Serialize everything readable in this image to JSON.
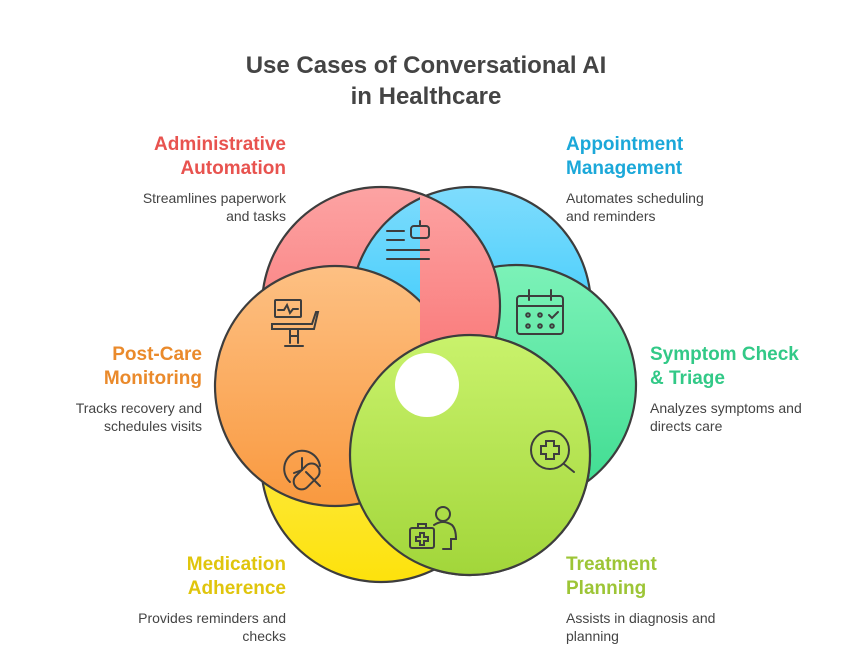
{
  "title": {
    "line1": "Use Cases of Conversational AI",
    "line2": "in Healthcare"
  },
  "items": [
    {
      "title1": "Administrative",
      "title2": "Automation",
      "desc1": "Streamlines paperwork",
      "desc2": "and tasks",
      "color": "#e8534f",
      "icon": "robot-document-icon"
    },
    {
      "title1": "Appointment",
      "title2": "Management",
      "desc1": "Automates scheduling",
      "desc2": "and reminders",
      "color": "#1ba8d9",
      "icon": "calendar-icon"
    },
    {
      "title1": "Symptom Check",
      "title2": "& Triage",
      "desc1": "Analyzes symptoms and",
      "desc2": "directs care",
      "color": "#32c987",
      "icon": "medical-search-icon"
    },
    {
      "title1": "Treatment",
      "title2": "Planning",
      "desc1": "Assists in diagnosis and",
      "desc2": "planning",
      "color": "#9dc536",
      "icon": "doctor-medkit-icon"
    },
    {
      "title1": "Medication",
      "title2": "Adherence",
      "desc1": "Provides reminders and",
      "desc2": "checks",
      "color": "#e0c50c",
      "icon": "clock-pill-icon"
    },
    {
      "title1": "Post-Care",
      "title2": "Monitoring",
      "desc1": "Tracks recovery and",
      "desc2": "schedules visits",
      "color": "#ea8a2b",
      "icon": "monitor-chair-icon"
    }
  ]
}
